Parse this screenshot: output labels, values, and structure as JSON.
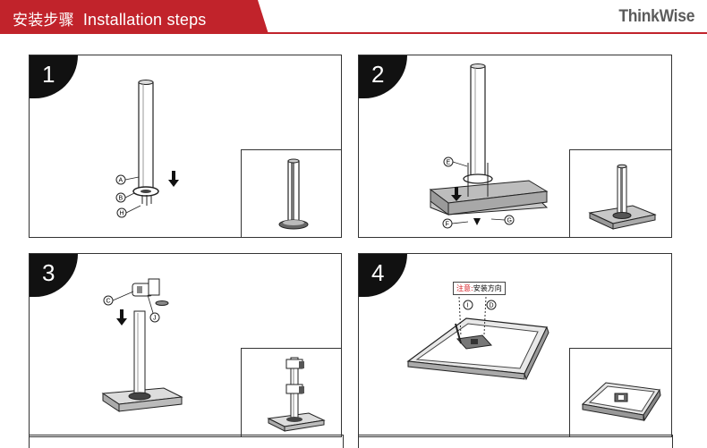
{
  "header": {
    "title_cn": "安装步骤",
    "title_en": "Installation steps",
    "brand": "ThinkWise",
    "accent_color": "#c1232b"
  },
  "steps": [
    {
      "number": "1",
      "labels": [
        "A",
        "B",
        "H"
      ]
    },
    {
      "number": "2",
      "labels": [
        "E",
        "F",
        "G"
      ]
    },
    {
      "number": "3",
      "labels": [
        "C",
        "J"
      ]
    },
    {
      "number": "4",
      "labels": [
        "I",
        "D"
      ],
      "note_red": "注意:",
      "note_text": "安装方向"
    }
  ]
}
